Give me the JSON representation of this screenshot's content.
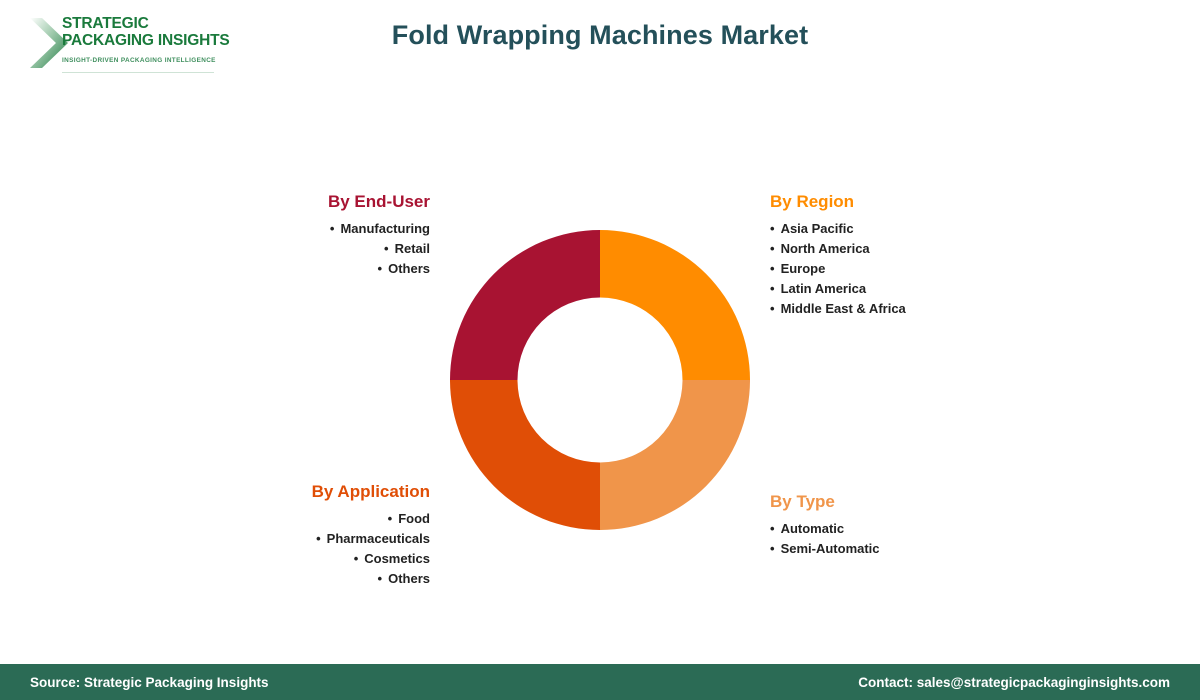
{
  "header": {
    "title": "Fold Wrapping Machines Market",
    "title_color": "#24505a",
    "logo": {
      "line1": "STRATEGIC",
      "line2": "PACKAGING INSIGHTS",
      "tagline": "INSIGHT-DRIVEN PACKAGING INTELLIGENCE",
      "mark_icon": "green-chevron-icon",
      "brand_color": "#1a7a3c"
    }
  },
  "chart_data": {
    "type": "pie",
    "variant": "donut",
    "title": "Fold Wrapping Machines Market",
    "categories": [
      "By Region",
      "By Type",
      "By Application",
      "By End-User"
    ],
    "values": [
      25,
      25,
      25,
      25
    ],
    "colors": [
      "#FF8C00",
      "#F0954A",
      "#E04E06",
      "#A81332"
    ],
    "start_angle": 0,
    "hole_ratio": 0.55,
    "legend": "none",
    "labels_shown": false
  },
  "segments": [
    {
      "id": "end-user",
      "heading": "By End-User",
      "color": "#A81332",
      "align": "right",
      "items": [
        "Manufacturing",
        "Retail",
        "Others"
      ]
    },
    {
      "id": "region",
      "heading": "By Region",
      "color": "#FF8C00",
      "align": "left",
      "items": [
        "Asia Pacific",
        "North America",
        "Europe",
        "Latin America",
        "Middle East & Africa"
      ]
    },
    {
      "id": "application",
      "heading": "By Application",
      "color": "#E04E06",
      "align": "right",
      "items": [
        "Food",
        "Pharmaceuticals",
        "Cosmetics",
        "Others"
      ]
    },
    {
      "id": "type",
      "heading": "By Type",
      "color": "#F0954A",
      "align": "left",
      "items": [
        "Automatic",
        "Semi-Automatic"
      ]
    }
  ],
  "footer": {
    "source": "Source: Strategic Packaging Insights",
    "contact": "Contact: sales@strategicpackaginginsights.com",
    "background": "#2b6b55"
  }
}
